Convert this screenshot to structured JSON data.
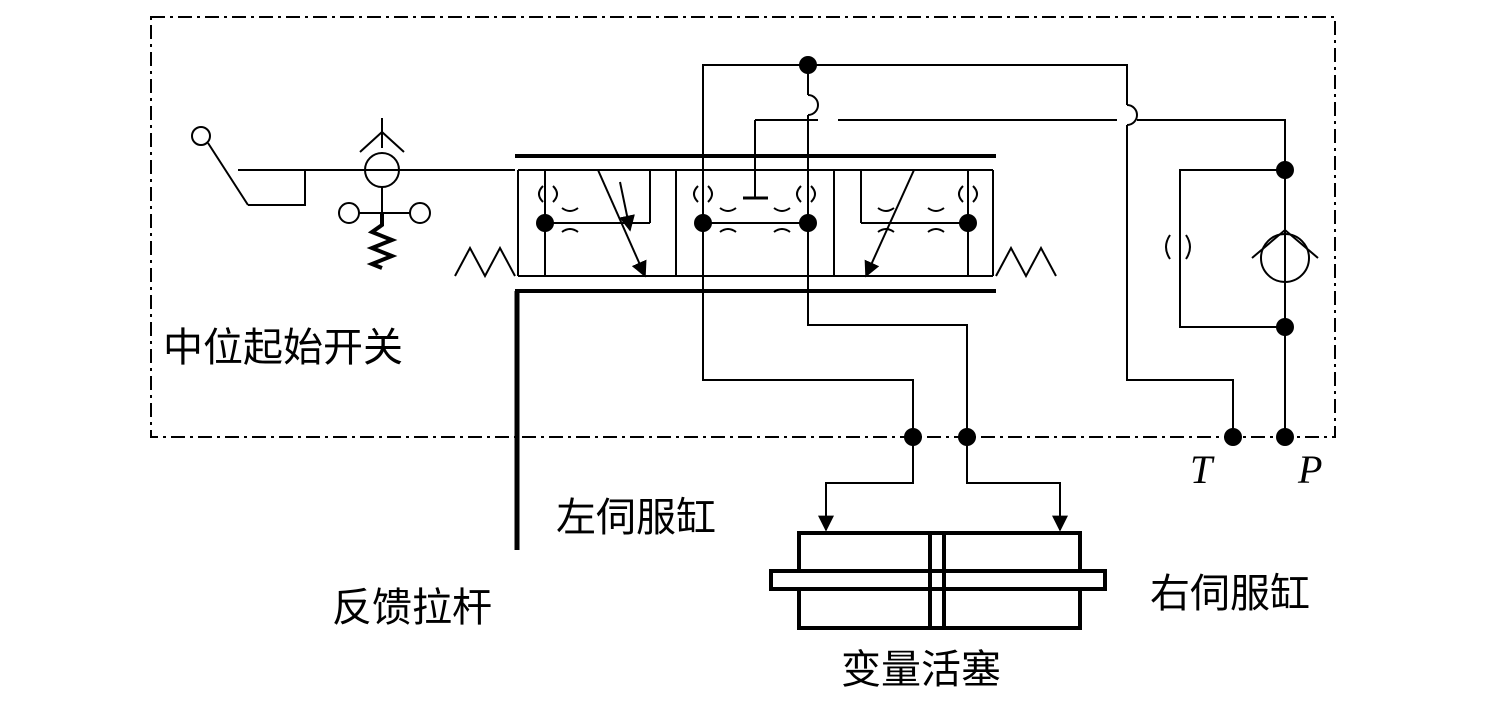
{
  "labels": {
    "neutral_start_switch": "中位起始开关",
    "left_servo_cylinder": "左伺服缸",
    "right_servo_cylinder": "右伺服缸",
    "feedback_rod": "反馈拉杆",
    "variable_piston": "变量活塞",
    "port_t": "T",
    "port_p": "P"
  },
  "colors": {
    "line": "#000000",
    "background": "#ffffff"
  }
}
